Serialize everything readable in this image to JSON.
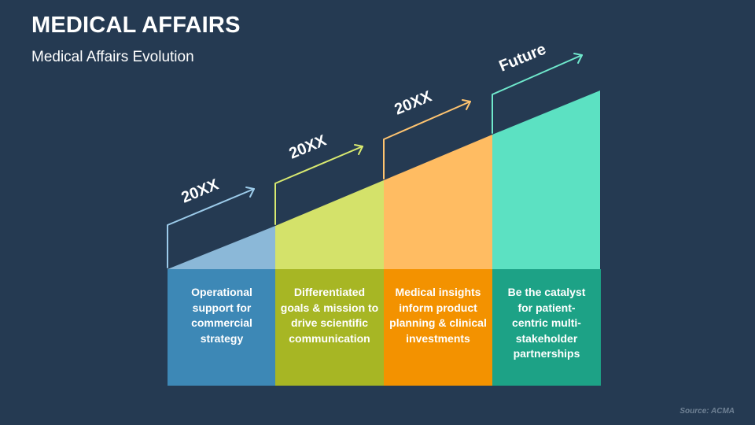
{
  "title": "MEDICAL AFFAIRS",
  "subtitle": "Medical Affairs Evolution",
  "stages": [
    {
      "label": "20XX",
      "description": "Operational support for commercial strategy",
      "top_color": "#8bb8d8",
      "box_color": "#3d88b6",
      "arrow_color": "#9ccbea"
    },
    {
      "label": "20XX",
      "description": "Differentiated goals & mission to drive scientific communication",
      "top_color": "#d4e26a",
      "box_color": "#a7b624",
      "arrow_color": "#d9ea70"
    },
    {
      "label": "20XX",
      "description": "Medical insights inform product planning & clinical investments",
      "top_color": "#ffbc62",
      "box_color": "#f39200",
      "arrow_color": "#ffc470"
    },
    {
      "label": "Future",
      "description": "Be the catalyst for patient-centric multi-stakeholder partnerships",
      "top_color": "#5ce1c2",
      "box_color": "#1da286",
      "arrow_color": "#6fe8cc"
    }
  ],
  "source": "Source: ACMA"
}
